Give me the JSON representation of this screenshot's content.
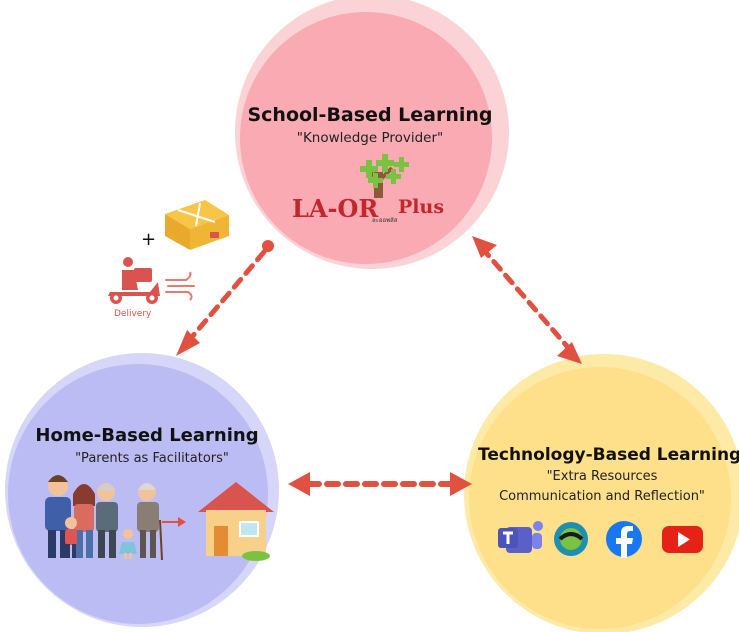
{
  "school": {
    "title": "School-Based Learning",
    "subtitle": "\"Knowledge Provider\"",
    "logo_text": "LA-OR",
    "logo_text_plus": "Plus",
    "logo_small": "ละออพลัส",
    "color": "#f9aab3"
  },
  "home": {
    "title": "Home-Based Learning",
    "subtitle": "\"Parents as Facilitators\"",
    "color": "#b9b9f3"
  },
  "tech": {
    "title": "Technology-Based Learning",
    "subtitle_line1": "\"Extra Resources",
    "subtitle_line2": "Communication and Reflection\"",
    "color": "#fde089"
  },
  "delivery": {
    "plus": "+",
    "label": "Delivery"
  },
  "icons": [
    "teams-icon",
    "app-icon",
    "facebook-icon",
    "youtube-icon"
  ],
  "arrow_color": "#e0513f"
}
